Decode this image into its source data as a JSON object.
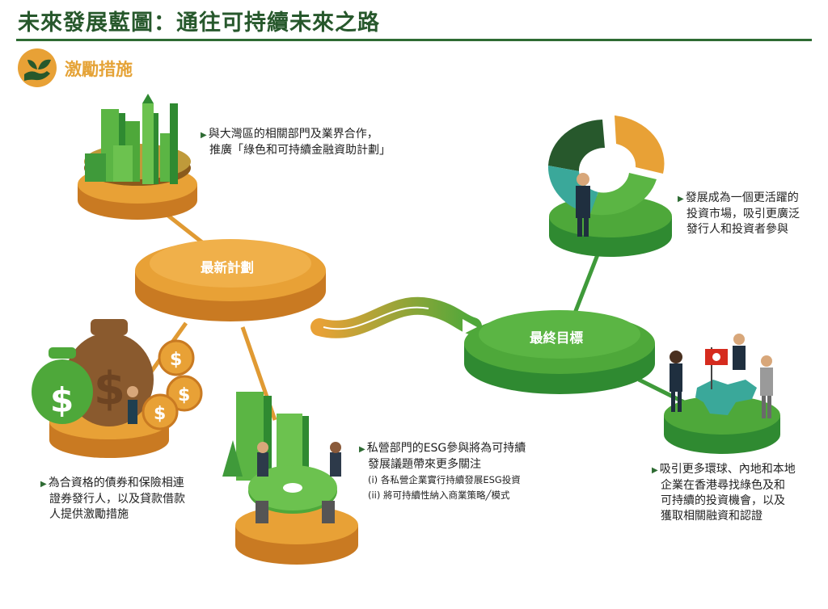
{
  "title": "未來發展藍圖：通往可持續未來之路",
  "section": {
    "label": "激勵措施",
    "icon": "hand-sprout-icon"
  },
  "nodes": {
    "plan": {
      "label": "最新計劃"
    },
    "goal": {
      "label": "最終目標"
    }
  },
  "callouts": {
    "gba": {
      "lines": [
        "與大灣區的相關部門及業界合作，",
        "推廣「綠色和可持續金融資助計劃」"
      ]
    },
    "market": {
      "lines": [
        "發展成為一個更活躍的",
        "投資市場，吸引更廣泛",
        "發行人和投資者參與"
      ]
    },
    "incentive": {
      "lines": [
        "為合資格的債券和保險相連",
        "證券發行人，以及貸款借款",
        "人提供激勵措施"
      ]
    },
    "private": {
      "lines": [
        "私營部門的ESG參與將為可持續",
        "發展議題帶來更多關注"
      ],
      "sub": [
        "(i) 各私營企業實行持續發展ESG投資",
        "(ii) 將可持續性納入商業策略╱模式"
      ]
    },
    "attract": {
      "lines": [
        "吸引更多環球、內地和本地",
        "企業在香港尋找綠色及和",
        "可持續的投資機會，以及",
        "獲取相關融資和認證"
      ]
    }
  },
  "colors": {
    "title_green": "#27582c",
    "orange": "#e8a136",
    "green": "#4ea83a",
    "dark_green": "#2e6b33"
  }
}
